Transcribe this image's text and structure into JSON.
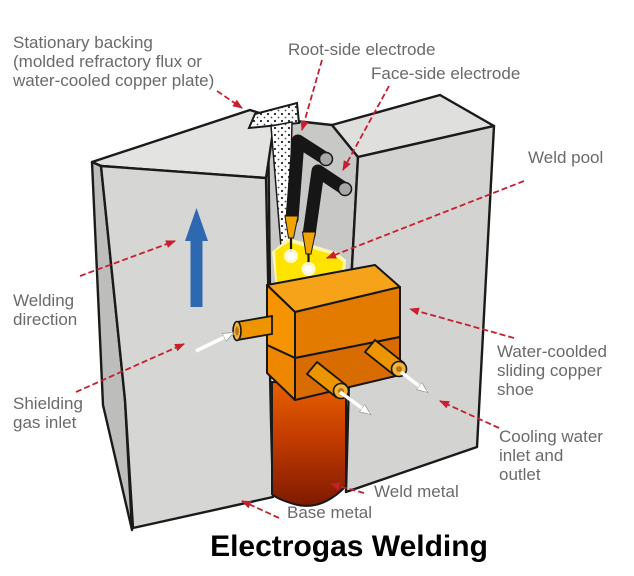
{
  "title": "Electrogas Welding",
  "diagram": {
    "labels": {
      "stationary_backing": "Stationary backing\n(molded refractory flux or\nwater-cooled copper plate)",
      "root_side_electrode": "Root-side electrode",
      "face_side_electrode": "Face-side electrode",
      "weld_pool": "Weld pool",
      "welding_direction": "Welding\ndirection",
      "shielding_gas_inlet": "Shielding\ngas inlet",
      "water_cooled_shoe": "Water-coolded\nsliding copper\nshoe",
      "cooling_water": "Cooling water\ninlet and\noutlet",
      "weld_metal": "Weld metal",
      "base_metal": "Base metal"
    },
    "colors": {
      "background": "#ffffff",
      "label_text": "#6a6a6a",
      "title_text": "#000000",
      "arrow_red": "#c81f30",
      "direction_arrow_blue": "#2e68b0",
      "plate_gray": "#d5d5d3",
      "copper_shoe_orange": "#f59300",
      "weld_metal_dark_red": "#a33000",
      "weld_pool_yellow": "#ffe400",
      "electrode_black": "#1a1a1a"
    }
  }
}
